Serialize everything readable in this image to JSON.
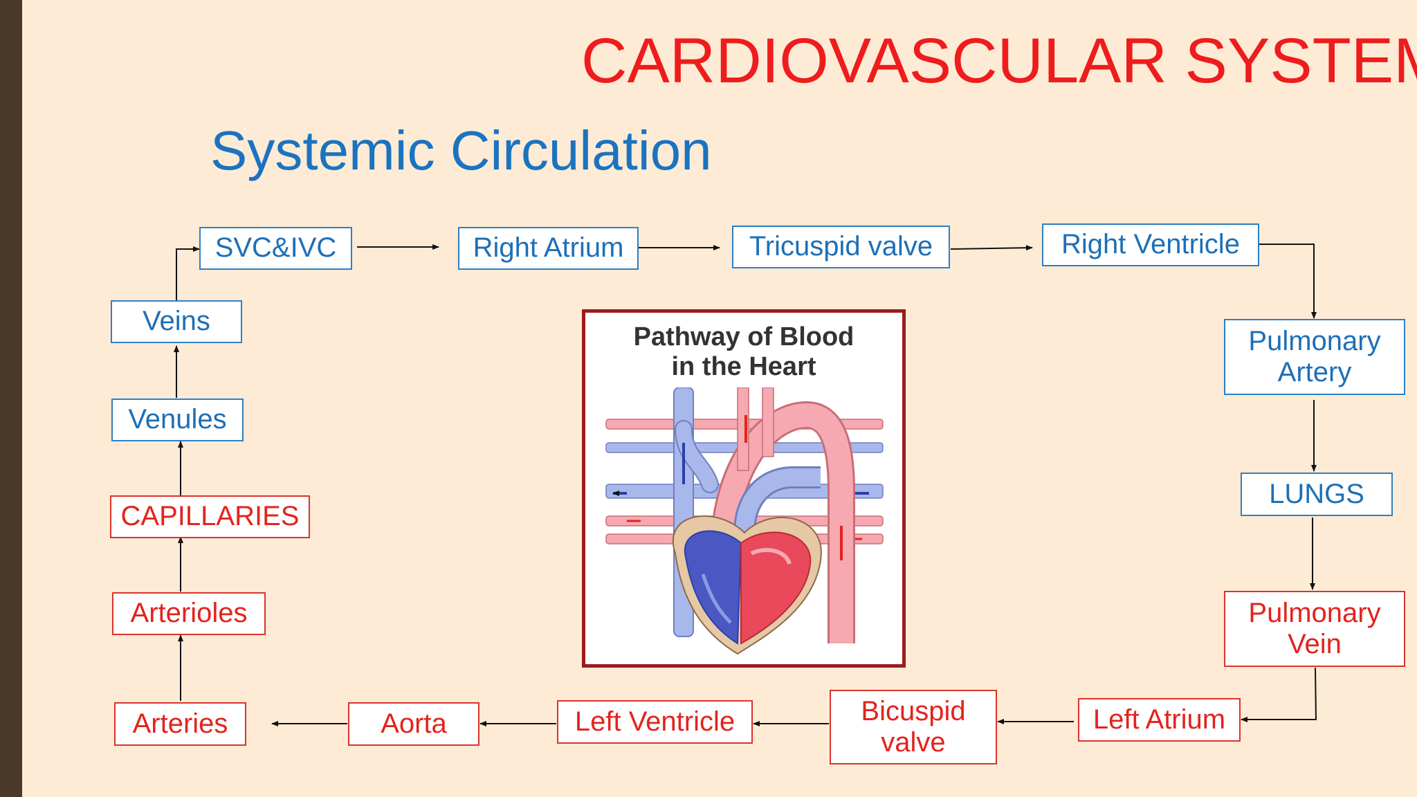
{
  "title": "CARDIOVASCULAR SYSTEM",
  "subtitle": "Systemic Circulation",
  "nodes": {
    "svc_ivc": "SVC&IVC",
    "right_atrium": "Right Atrium",
    "tricuspid_valve": "Tricuspid valve",
    "right_ventricle": "Right Ventricle",
    "pulmonary_artery": [
      "Pulmonary",
      "Artery"
    ],
    "lungs": "LUNGS",
    "pulmonary_vein": [
      "Pulmonary",
      "Vein"
    ],
    "left_atrium": "Left Atrium",
    "bicuspid_valve": [
      "Bicuspid",
      "valve"
    ],
    "left_ventricle": "Left Ventricle",
    "aorta": "Aorta",
    "arteries": "Arteries",
    "arterioles": "Arterioles",
    "capillaries": "CAPILLARIES",
    "venules": "Venules",
    "veins": "Veins"
  },
  "figure": {
    "title": [
      "Pathway of Blood",
      "in the Heart"
    ]
  },
  "colors": {
    "oxygen_poor": "#1d6fb7",
    "oxygen_rich": "#e3231c",
    "title": "#ee1c1c",
    "subtitle": "#1b73c0"
  }
}
